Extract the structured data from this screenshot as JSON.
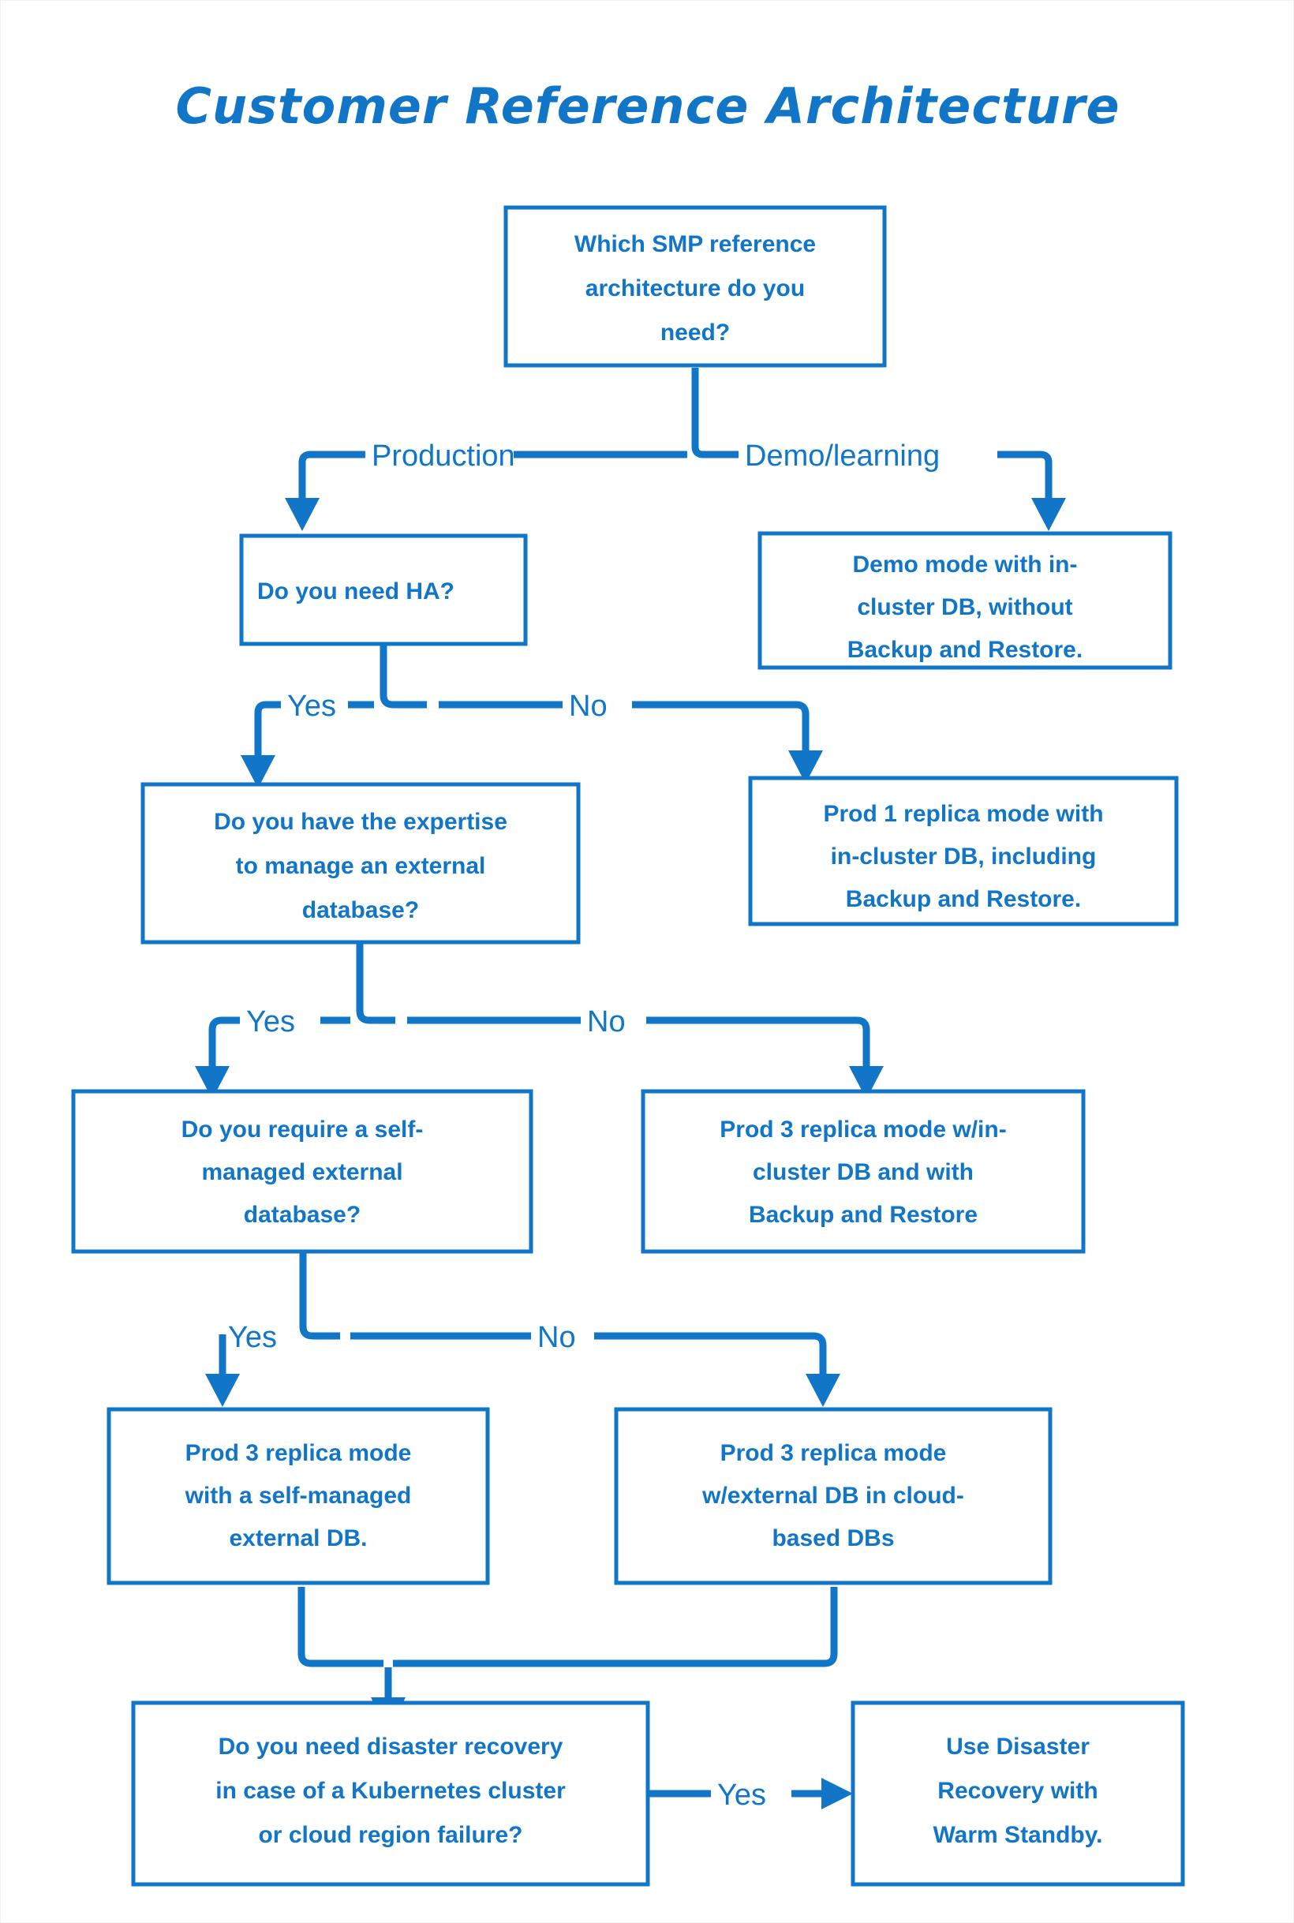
{
  "title": "Customer Reference Architecture",
  "theme": {
    "accent": "#1175C8",
    "background": "#ffffff",
    "box_border": "#1175C8",
    "text": "#1175C8"
  },
  "chart_data": {
    "type": "diagram",
    "diagram_kind": "flowchart",
    "title": "Customer Reference Architecture",
    "nodes": [
      {
        "id": "n1",
        "kind": "decision",
        "lines": [
          "Which SMP reference",
          "architecture do you",
          "need?"
        ]
      },
      {
        "id": "n2",
        "kind": "decision",
        "lines": [
          "Do you need HA?"
        ]
      },
      {
        "id": "n3",
        "kind": "terminal",
        "lines": [
          "Demo mode with in-",
          "cluster DB, without",
          "Backup and Restore."
        ]
      },
      {
        "id": "n4",
        "kind": "decision",
        "lines": [
          "Do you have the expertise",
          "to manage an external",
          "database?"
        ]
      },
      {
        "id": "n5",
        "kind": "terminal",
        "lines": [
          "Prod 1 replica mode with",
          "in-cluster DB, including",
          "Backup and Restore."
        ]
      },
      {
        "id": "n6",
        "kind": "decision",
        "lines": [
          "Do you require a self-",
          "managed external",
          "database?"
        ]
      },
      {
        "id": "n7",
        "kind": "terminal",
        "lines": [
          "Prod 3 replica mode w/in-",
          "cluster DB and with",
          "Backup and Restore"
        ]
      },
      {
        "id": "n8",
        "kind": "terminal",
        "lines": [
          "Prod 3 replica mode",
          "with a self-managed",
          "external DB."
        ]
      },
      {
        "id": "n9",
        "kind": "terminal",
        "lines": [
          "Prod 3 replica mode",
          "w/external DB in cloud-",
          "based DBs"
        ]
      },
      {
        "id": "n10",
        "kind": "decision",
        "lines": [
          "Do you need disaster recovery",
          "in case of a Kubernetes cluster",
          "or cloud region failure?"
        ]
      },
      {
        "id": "n11",
        "kind": "terminal",
        "lines": [
          "Use Disaster",
          "Recovery with",
          "Warm Standby."
        ]
      }
    ],
    "edges": [
      {
        "from": "n1",
        "to": "n2",
        "label": "Production"
      },
      {
        "from": "n1",
        "to": "n3",
        "label": "Demo/learning"
      },
      {
        "from": "n2",
        "to": "n4",
        "label": "Yes"
      },
      {
        "from": "n2",
        "to": "n5",
        "label": "No"
      },
      {
        "from": "n4",
        "to": "n6",
        "label": "Yes"
      },
      {
        "from": "n4",
        "to": "n7",
        "label": "No"
      },
      {
        "from": "n6",
        "to": "n8",
        "label": "Yes"
      },
      {
        "from": "n6",
        "to": "n9",
        "label": "No"
      },
      {
        "from": "n8",
        "to": "n10",
        "label": ""
      },
      {
        "from": "n9",
        "to": "n10",
        "label": ""
      },
      {
        "from": "n10",
        "to": "n11",
        "label": "Yes"
      }
    ]
  },
  "nodes": {
    "n1": {
      "l0": "Which SMP reference",
      "l1": "architecture do you",
      "l2": "need?"
    },
    "n2": {
      "l0": "Do you need HA?"
    },
    "n3": {
      "l0": "Demo mode with in-",
      "l1": "cluster DB, without",
      "l2": "Backup and Restore."
    },
    "n4": {
      "l0": "Do you have the expertise",
      "l1": "to manage an external",
      "l2": "database?"
    },
    "n5": {
      "l0": "Prod 1 replica mode with",
      "l1": "in-cluster DB, including",
      "l2": "Backup and Restore."
    },
    "n6": {
      "l0": "Do you require a self-",
      "l1": "managed external",
      "l2": "database?"
    },
    "n7": {
      "l0": "Prod 3 replica mode w/in-",
      "l1": "cluster DB and with",
      "l2": "Backup and Restore"
    },
    "n8": {
      "l0": "Prod 3 replica mode",
      "l1": "with a self-managed",
      "l2": "external DB."
    },
    "n9": {
      "l0": "Prod 3 replica mode",
      "l1": "w/external DB in cloud-",
      "l2": "based DBs"
    },
    "n10": {
      "l0": "Do you need disaster recovery",
      "l1": "in case of a Kubernetes cluster",
      "l2": "or cloud region failure?"
    },
    "n11": {
      "l0": "Use Disaster",
      "l1": "Recovery with",
      "l2": "Warm Standby."
    }
  },
  "edge_labels": {
    "production": "Production",
    "demo_learning": "Demo/learning",
    "ha_yes": "Yes",
    "ha_no": "No",
    "expertise_yes": "Yes",
    "expertise_no": "No",
    "selfmanaged_yes": "Yes",
    "selfmanaged_no": "No",
    "dr_yes": "Yes"
  }
}
